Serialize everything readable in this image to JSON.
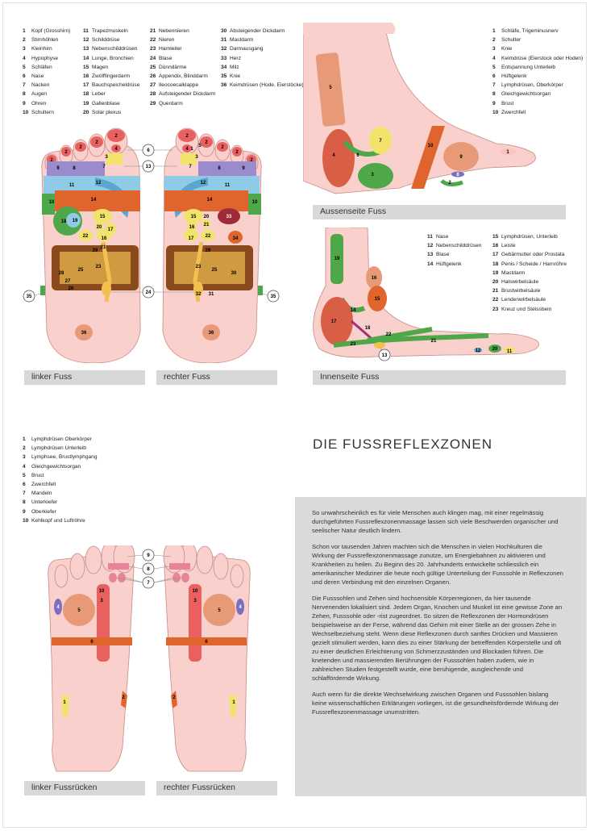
{
  "legend_sole_col1": [
    {
      "n": "1",
      "t": "Kopf (Grosshirn)"
    },
    {
      "n": "2",
      "t": "Stirnhöhlen"
    },
    {
      "n": "3",
      "t": "Kleinhirn"
    },
    {
      "n": "4",
      "t": "Hypophyse"
    },
    {
      "n": "5",
      "t": "Schläfen"
    },
    {
      "n": "6",
      "t": "Nase"
    },
    {
      "n": "7",
      "t": "Nacken"
    },
    {
      "n": "8",
      "t": "Augen"
    },
    {
      "n": "9",
      "t": "Ohren"
    },
    {
      "n": "10",
      "t": "Schultern"
    }
  ],
  "legend_sole_col2": [
    {
      "n": "11",
      "t": "Trapezmuskeln"
    },
    {
      "n": "12",
      "t": "Schilddrüse"
    },
    {
      "n": "13",
      "t": "Nebenschilddrüsen"
    },
    {
      "n": "14",
      "t": "Lunge, Bronchien"
    },
    {
      "n": "15",
      "t": "Magen"
    },
    {
      "n": "16",
      "t": "Zwölffingerdarm"
    },
    {
      "n": "17",
      "t": "Bauchspeicheldrüse"
    },
    {
      "n": "18",
      "t": "Leber"
    },
    {
      "n": "19",
      "t": "Gallenblase"
    },
    {
      "n": "20",
      "t": "Solar plexus"
    }
  ],
  "legend_sole_col3": [
    {
      "n": "21",
      "t": "Nebennieren"
    },
    {
      "n": "22",
      "t": "Nieren"
    },
    {
      "n": "23",
      "t": "Harnleiter"
    },
    {
      "n": "24",
      "t": "Blase"
    },
    {
      "n": "25",
      "t": "Dünndärme"
    },
    {
      "n": "26",
      "t": "Appendix, Blinddarm"
    },
    {
      "n": "27",
      "t": "Ileocoecalklappe"
    },
    {
      "n": "28",
      "t": "Aufsteigender Dickdarm"
    },
    {
      "n": "29",
      "t": "Querdarm"
    }
  ],
  "legend_sole_col4": [
    {
      "n": "30",
      "t": "Absteigender Dickdarm"
    },
    {
      "n": "31",
      "t": "Mastdarm"
    },
    {
      "n": "32",
      "t": "Darmausgang"
    },
    {
      "n": "33",
      "t": "Herz"
    },
    {
      "n": "34",
      "t": "Milz"
    },
    {
      "n": "35",
      "t": "Knie"
    },
    {
      "n": "36",
      "t": "Keimdrüsen (Hode, Eierstöcke)"
    }
  ],
  "legend_outer": [
    {
      "n": "1",
      "t": "Schläfe, Trigeminusnerv"
    },
    {
      "n": "2",
      "t": "Schulter"
    },
    {
      "n": "3",
      "t": "Knie"
    },
    {
      "n": "4",
      "t": "Keimdrüse (Eierstock oder Hoden)"
    },
    {
      "n": "5",
      "t": "Entspannung Unterleib"
    },
    {
      "n": "6",
      "t": "Hüftgelenk"
    },
    {
      "n": "7",
      "t": "Lymphdrüsen, Oberkörper"
    },
    {
      "n": "8",
      "t": "Gleichgewichtsorgan"
    },
    {
      "n": "9",
      "t": "Brust"
    },
    {
      "n": "10",
      "t": "Zwerchfell"
    }
  ],
  "legend_inner_col1": [
    {
      "n": "11",
      "t": "Nase"
    },
    {
      "n": "12",
      "t": "Nebenschilddrüsen"
    },
    {
      "n": "13",
      "t": "Blase"
    },
    {
      "n": "14",
      "t": "Hüftgelenk"
    }
  ],
  "legend_inner_col2": [
    {
      "n": "15",
      "t": "Lymphdrüsen, Unterleib"
    },
    {
      "n": "16",
      "t": "Leiste"
    },
    {
      "n": "17",
      "t": "Gebärmutter oder Prostata"
    },
    {
      "n": "18",
      "t": "Penis / Scheide / Harnröhre"
    },
    {
      "n": "19",
      "t": "Mastdarm"
    },
    {
      "n": "20",
      "t": "Halswirbelsäule"
    },
    {
      "n": "21",
      "t": "Brustwirbelsäule"
    },
    {
      "n": "22",
      "t": "Lendenwirbelsäule"
    },
    {
      "n": "23",
      "t": "Kreuz und Steissbein"
    }
  ],
  "legend_top": [
    {
      "n": "1",
      "t": "Lymphdrüsen Oberkörper"
    },
    {
      "n": "2",
      "t": "Lymphdrüsen Unterleib"
    },
    {
      "n": "3",
      "t": "Lymphsee, Brustlymphgang"
    },
    {
      "n": "4",
      "t": "Gleichgewichtsorgan"
    },
    {
      "n": "5",
      "t": "Brust"
    },
    {
      "n": "6",
      "t": "Zwerchfell"
    },
    {
      "n": "7",
      "t": "Mandeln"
    },
    {
      "n": "8",
      "t": "Unterkiefer"
    },
    {
      "n": "9",
      "t": "Oberkiefer"
    },
    {
      "n": "10",
      "t": "Kehlkopf und Luftröhre"
    }
  ],
  "captions": {
    "left_sole": "linker Fuss",
    "right_sole": "rechter Fuss",
    "outer": "Aussenseite Fuss",
    "inner": "Innenseite Fuss",
    "left_top": "linker Fussrücken",
    "right_top": "rechter Fussrücken"
  },
  "title": "DIE FUSSREFLEXZONEN",
  "paragraphs": [
    "So unwahrscheinlich es für viele Menschen auch klingen mag, mit einer regelmässig durchgeführten Fussreflexzonenmassage lassen sich viele Beschwerden organischer und seelischer Natur deutlich lindern.",
    "Schon vor tausenden Jahren machten sich die Menschen in vielen Hochkulturen die Wirkung der Fussreflexzonenmassage zunutze, um Energiebahnen zu aktivieren und Krankheiten zu heilen. Zu Beginn des 20. Jahrhunderts entwickelte schliesslich ein amerikanischer Mediziner die heute noch gültige Unterteilung der Fusssohle in Reflexzonen und deren Verbindung mit den einzelnen Organen.",
    "Die Fusssohlen und Zehen sind hochsensible Körperregionen, da hier tausende Nervenenden lokalisiert sind. Jedem Organ, Knochen und Muskel ist eine gewisse Zone an Zehen, Fusssohle oder -rist zugeordnet. So sitzen die Reflexzonen der Hormondrüsen beispielsweise an der Ferse, während das Gehirn mit einer Stelle an der grossen Zehe in Wechselbeziehung steht. Wenn diese Reflexzonen durch sanftes Drücken und Massieren gezielt stimuliert werden, kann dies zu einer Stärkung der betreffenden Körperstelle und oft zu einer deutlichen Erleichterung von Schmerzzuständen und Blockaden führen. Die knetenden und massierenden Berührungen der Fusssohlen haben zudem, wie in zahlreichen Studien festgestellt wurde, eine beruhigende, ausgleichende und schlaffördernde Wirkung.",
    "Auch wenn für die direkte Wechselwirkung zwischen Organen und Fusssohlen bislang keine wissenschaftlichen Erklärungen vorliegen, ist die gesundheitsfördernde Wirkung der Fussreflexzonenmassage unumstritten."
  ],
  "diagram_labels": {
    "sole_left": [
      "1",
      "2",
      "3",
      "4",
      "5",
      "6",
      "7",
      "8",
      "9",
      "10",
      "11",
      "12",
      "13",
      "14",
      "15",
      "16",
      "17",
      "18",
      "19",
      "20",
      "21",
      "22",
      "23",
      "24",
      "25",
      "26",
      "27",
      "28",
      "29",
      "35",
      "36"
    ],
    "sole_right": [
      "1",
      "2",
      "3",
      "4",
      "5",
      "6",
      "7",
      "8",
      "9",
      "10",
      "11",
      "12",
      "13",
      "14",
      "15",
      "16",
      "17",
      "20",
      "21",
      "22",
      "23",
      "24",
      "25",
      "29",
      "30",
      "31",
      "32",
      "33",
      "34",
      "35",
      "36"
    ],
    "outer": [
      "1",
      "2",
      "3",
      "4",
      "5",
      "6",
      "7",
      "8",
      "9",
      "10"
    ],
    "inner": [
      "11",
      "12",
      "13",
      "14",
      "15",
      "16",
      "17",
      "18",
      "19",
      "20",
      "21",
      "22",
      "23"
    ],
    "top": [
      "1",
      "2",
      "3",
      "4",
      "5",
      "6",
      "7",
      "8",
      "9",
      "10"
    ]
  },
  "colors": {
    "skin": "#f9d0cc",
    "skin_outline": "#c98a85",
    "red": "#e8605f",
    "orange": "#e0652d",
    "green": "#4ea84a",
    "blue": "#8fcbe6",
    "purple": "#9a8ccc",
    "yellow": "#f2e46a",
    "brown": "#8a4a1e",
    "salmon": "#e89a78",
    "caption_bg": "#d8d8d8"
  }
}
